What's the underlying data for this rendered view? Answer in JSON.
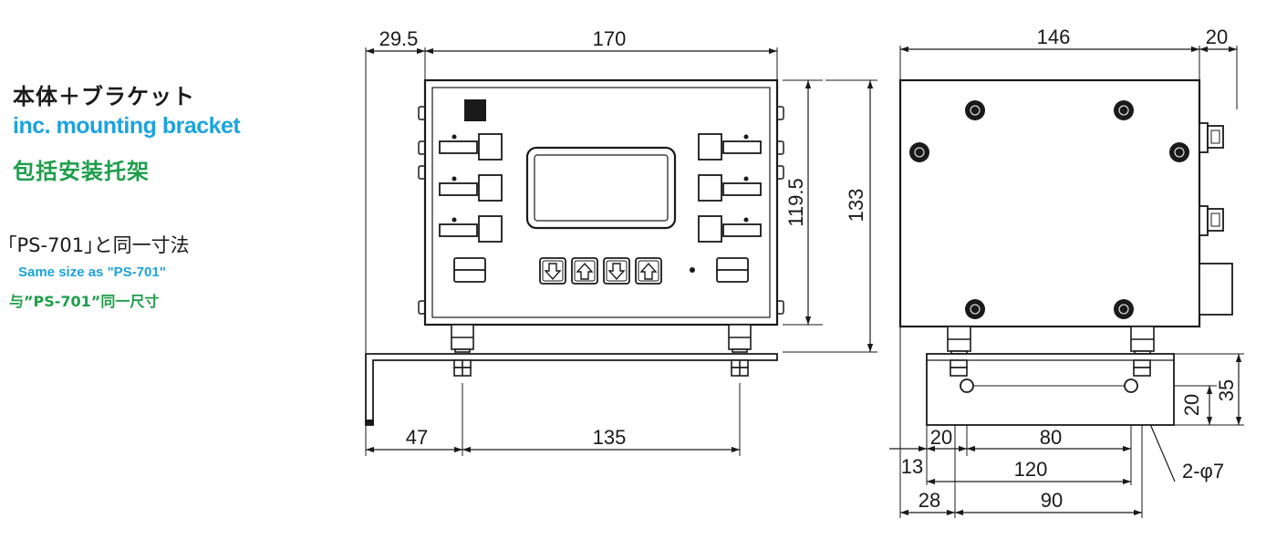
{
  "labels": {
    "jp_title": "本体＋ブラケット",
    "en_title": "inc. mounting bracket",
    "cn_title": "包括安装托架",
    "jp_size": "｢PS-701｣と同一寸法",
    "en_size": "Same size as \"PS-701\"",
    "cn_size": "与”PS-701”同一尺寸"
  },
  "front_view": {
    "dims": {
      "bracket_offset": "29.5",
      "width": "170",
      "inner_height": "119.5",
      "total_height": "133",
      "hole_offset": "47",
      "hole_pitch": "135"
    }
  },
  "side_view": {
    "dims": {
      "depth": "146",
      "connector": "20",
      "height_35": "35",
      "height_20": "20",
      "edge_20": "20",
      "pitch_80": "80",
      "edge_13": "13",
      "span_120": "120",
      "edge_28": "28",
      "pitch_90": "90",
      "holes": "2-φ7"
    }
  },
  "colors": {
    "line": "#1a1a1a",
    "english_text": "#1ba3e0",
    "chinese_text": "#1e9e4a"
  }
}
